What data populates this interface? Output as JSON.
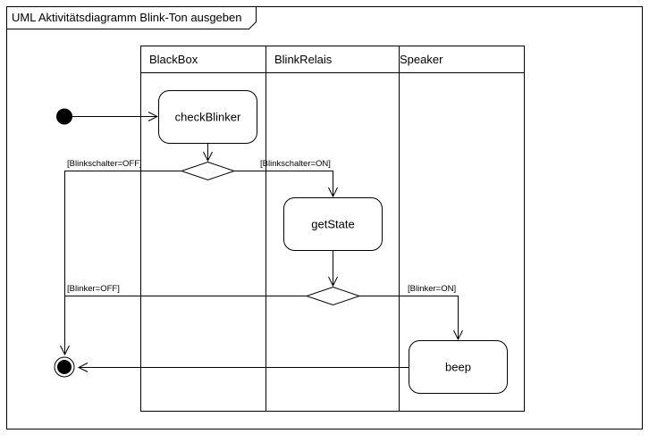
{
  "frame": {
    "title": "UML Aktivitätsdiagramm Blink-Ton ausgeben"
  },
  "lanes": [
    "BlackBox",
    "BlinkRelais",
    "Speaker"
  ],
  "activities": {
    "check": "checkBlinker",
    "getstate": "getState",
    "beep": "beep"
  },
  "guards": {
    "blinkschalter_off": "[Blinkschalter=OFF]",
    "blinkschalter_on": "[Blinkschalter=ON]",
    "blinker_off": "[Blinker=OFF]",
    "blinker_on": "[Blinker=ON]"
  }
}
